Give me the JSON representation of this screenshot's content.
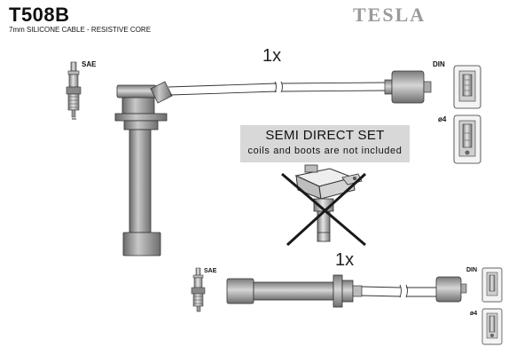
{
  "header": {
    "product_code": "T508B",
    "subtitle": "7mm SILICONE CABLE - RESISTIVE CORE",
    "brand": "TESLA"
  },
  "cable_1": {
    "quantity": "1x",
    "plug_label": "SAE",
    "terminal_labels": [
      "DIN",
      "ø4"
    ]
  },
  "cable_2": {
    "quantity": "1x",
    "plug_label": "SAE",
    "terminal_labels": [
      "DIN",
      "ø4"
    ]
  },
  "notice": {
    "title": "SEMI DIRECT SET",
    "subtitle": "coils and boots are not included"
  }
}
